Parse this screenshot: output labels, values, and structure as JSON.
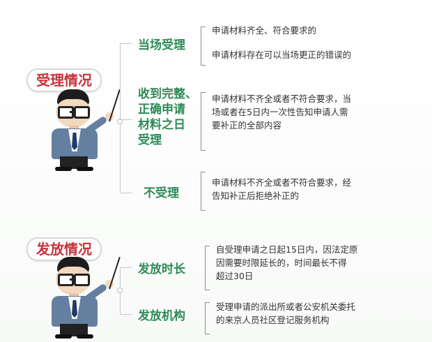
{
  "sections": {
    "acceptance": {
      "title": "受理情况",
      "items": [
        {
          "label": "当场受理",
          "lines": [
            "申请材料齐全、符合要求的",
            "申请材料存在可以当场更正的错误的"
          ]
        },
        {
          "label_lines": [
            "收到完整、",
            "正确申请",
            "材料之日",
            "受理"
          ],
          "lines": [
            "申请材料不齐全或者不符合要求，当",
            "场或者在5日内一次性告知申请人需",
            "要补正的全部内容"
          ]
        },
        {
          "label": "不受理",
          "lines": [
            "申请材料不齐全或者不符合要求，经",
            "告知补正后拒绝补正的"
          ]
        }
      ]
    },
    "issuance": {
      "title": "发放情况",
      "items": [
        {
          "label": "发放时长",
          "lines": [
            "自受理申请之日起15日内，因法定原",
            "因需要时限延长的，时间最长不得",
            "超过30日"
          ]
        },
        {
          "label": "发放机构",
          "lines": [
            "受理申请的派出所或者公安机关委托",
            "的来京人员社区登记服务机构"
          ]
        }
      ]
    }
  },
  "colors": {
    "title": "#c8323a",
    "category": "#2f8a57",
    "text": "#333333",
    "line": "#c8c8c8"
  },
  "icons": {
    "acceptance_person": "person-icon",
    "issuance_person": "person-icon"
  }
}
